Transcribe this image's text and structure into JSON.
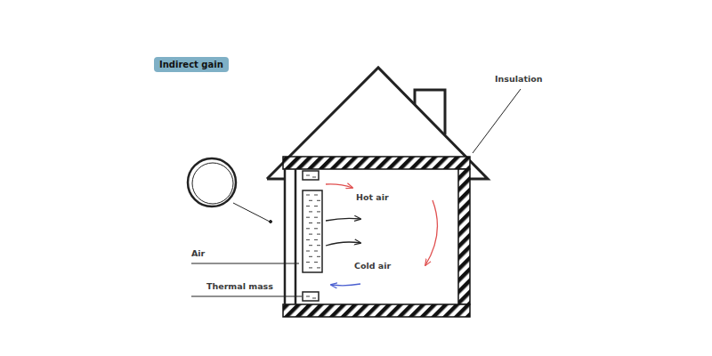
{
  "diagram": {
    "title": "Indirect gain",
    "labels": [
      "Insulation",
      "Hot air",
      "Cold air",
      "Air",
      "Thermal mass"
    ]
  }
}
